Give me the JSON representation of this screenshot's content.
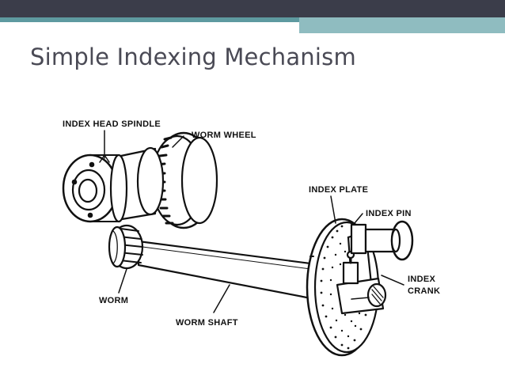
{
  "slide": {
    "title": "Simple Indexing Mechanism"
  },
  "colors": {
    "top_bar": "#3b3d4a",
    "accent_teal": "#5e9aa0",
    "accent_teal_light": "#8fbcc0",
    "title_text": "#4a4a55",
    "line_art": "#111111"
  },
  "diagram": {
    "labels": {
      "index_head_spindle": "INDEX HEAD SPINDLE",
      "worm_wheel": "WORM WHEEL",
      "index_plate": "INDEX PLATE",
      "index_pin": "INDEX PIN",
      "index_crank_line1": "INDEX",
      "index_crank_line2": "CRANK",
      "worm": "WORM",
      "worm_shaft": "WORM SHAFT"
    }
  }
}
